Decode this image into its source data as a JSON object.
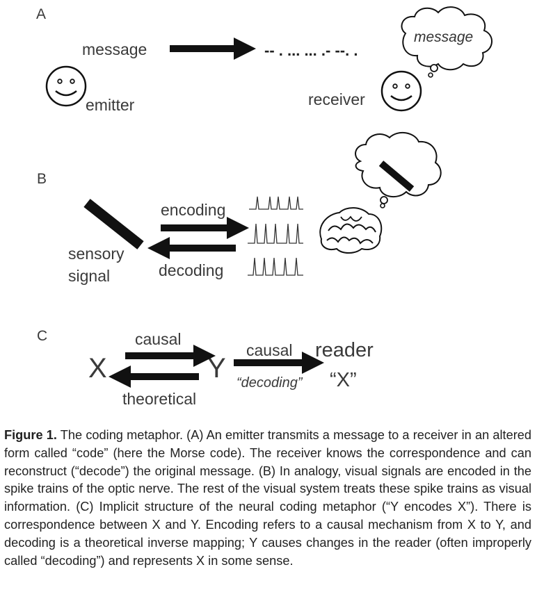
{
  "panel_a": {
    "letter": "A",
    "message": "message",
    "morse": "-- . ... ... .- --. .",
    "thought": "message",
    "emitter": "emitter",
    "receiver": "receiver"
  },
  "panel_b": {
    "letter": "B",
    "sensory": "sensory",
    "signal": "signal",
    "encoding": "encoding",
    "decoding": "decoding"
  },
  "panel_c": {
    "letter": "C",
    "x": "X",
    "y": "Y",
    "causal_top": "causal",
    "theoretical": "theoretical",
    "causal_right": "causal",
    "decoding_quoted": "“decoding”",
    "reader": "reader",
    "reader_x": "“X”"
  },
  "caption": {
    "label": "Figure 1.",
    "text": " The coding metaphor. (A) An emitter transmits a message to a receiver in an altered form called “code” (here the Morse code). The receiver knows the correspondence and can reconstruct (“decode”) the original message. (B) In analogy, visual signals are encoded in the spike trains of the optic nerve. The rest of the visual system treats these spike trains as visual information. (C) Implicit structure of the neural coding metaphor (“Y encodes X”). There is correspondence between X and Y. Encoding refers to a causal mechanism from X to Y, and decoding is a theoretical inverse mapping; Y causes changes in the reader (often improperly called “decoding”) and represents X in some sense."
  }
}
